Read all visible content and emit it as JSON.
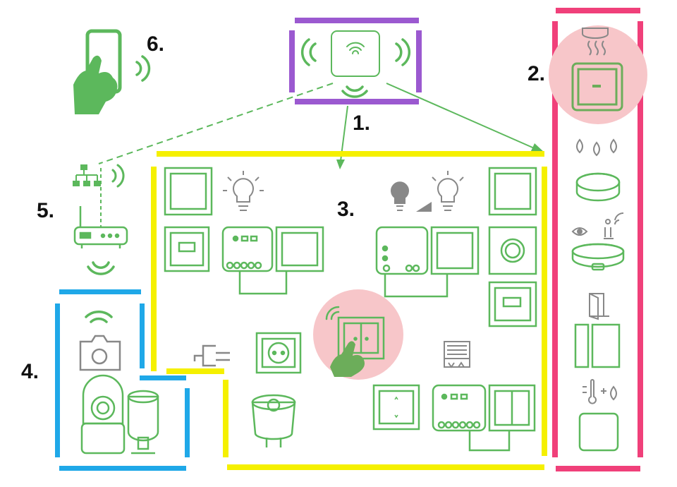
{
  "labels": {
    "hub": "1.",
    "security": "2.",
    "home": "3.",
    "cameras": "4.",
    "router": "5.",
    "phone": "6."
  },
  "colors": {
    "green": "#5cb85c",
    "purple": "#9b59d0",
    "pink": "#f0407a",
    "yellow": "#f5f000",
    "blue": "#1fa8e8",
    "highlight": "#f7c6c9",
    "gray": "#888888"
  },
  "icons": [
    "hub-icon",
    "phone-hand-icon",
    "router-icon",
    "network-icon",
    "smoke-detector-icon",
    "water-leak-icon",
    "motion-sensor-icon",
    "door-sensor-icon",
    "temperature-humidity-icon",
    "light-bulb-icon",
    "dimmer-icon",
    "plug-icon",
    "socket-icon",
    "blinds-icon",
    "camera-icon"
  ]
}
